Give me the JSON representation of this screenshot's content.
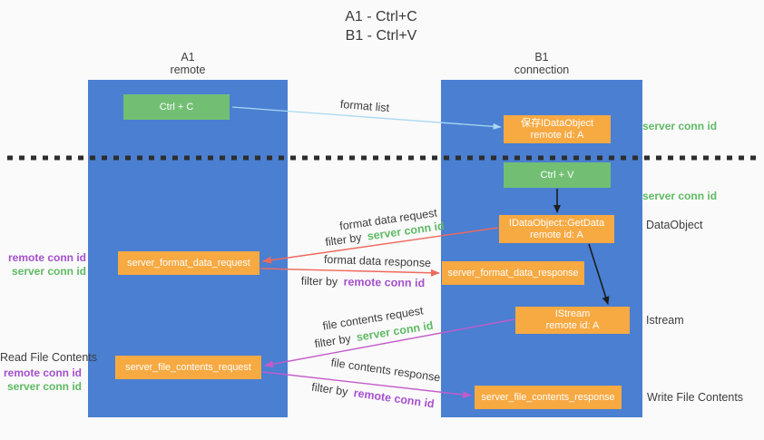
{
  "title": {
    "line1": "A1 - Ctrl+C",
    "line2": "B1 - Ctrl+V"
  },
  "lanes": {
    "a": {
      "line1": "A1",
      "line2": "remote"
    },
    "b": {
      "line1": "B1",
      "line2": "connection"
    }
  },
  "nodes": {
    "ctrl_c": {
      "label": "Ctrl + C"
    },
    "ctrl_v": {
      "label": "Ctrl + V"
    },
    "save_dataobject": {
      "line1": "保存IDataObject",
      "line2": "remote id: A"
    },
    "getdata": {
      "line1": "IDataObject::GetData",
      "line2": "remote id: A"
    },
    "istream": {
      "line1": "IStream",
      "line2": "remote id: A"
    },
    "format_request": {
      "label": "server_format_data_request"
    },
    "format_response": {
      "label": "server_format_data_response"
    },
    "file_request": {
      "label": "server_file_contents_request"
    },
    "file_response": {
      "label": "server_file_contents_response"
    }
  },
  "arrow_labels": {
    "format_list": "format list",
    "format_data_request": "format data request",
    "format_data_response": "format data response",
    "file_contents_request": "file contents request",
    "file_contents_response": "file contents response",
    "filter_by": "filter by",
    "server_conn_id": "server conn id",
    "remote_conn_id": "remote conn id"
  },
  "side_labels": {
    "server_conn_id_top": "server conn id",
    "server_conn_id_mid": "server conn id",
    "dataobject": "DataObject",
    "istream": "Istream",
    "write_file_contents": "Write File Contents",
    "read_file_contents": "Read File Contents",
    "remote_conn_id_1": "remote conn id",
    "server_conn_id_1": "server conn id",
    "remote_conn_id_2": "remote conn id",
    "server_conn_id_2": "server conn id"
  },
  "colors": {
    "background": "#fafafa",
    "lane_blue": "#4a7fd2",
    "box_green": "#72bf74",
    "box_orange": "#f7a942",
    "arrow_light_blue": "#a9d8f2",
    "arrow_salmon": "#ee6a5e",
    "arrow_magenta": "#c35ccb",
    "arrow_black": "#1e1e1e",
    "text_green": "#5eba63",
    "text_purple": "#a650ce",
    "text_dark": "#3d3d3d"
  }
}
